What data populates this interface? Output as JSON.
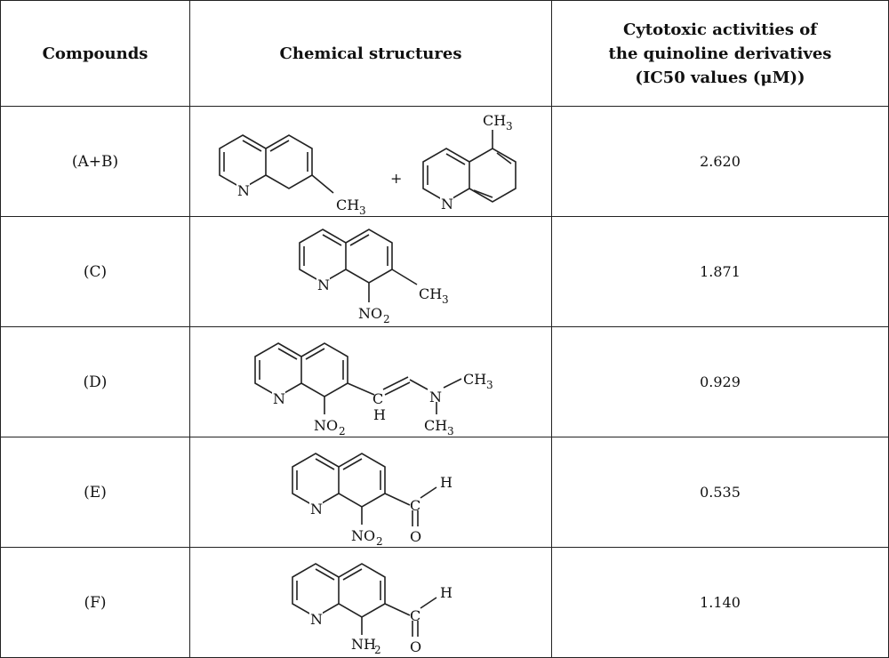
{
  "headers": {
    "compounds": "Compounds",
    "structures": "Chemical structures",
    "activity_lines": [
      "Cytotoxic activities of",
      "the quinoline derivatives",
      "(IC50 values (μM))"
    ]
  },
  "rows": [
    {
      "compound": "(A+B)",
      "value": "2.620"
    },
    {
      "compound": "(C)",
      "value": "1.871"
    },
    {
      "compound": "(D)",
      "value": "0.929"
    },
    {
      "compound": "(E)",
      "value": "0.535"
    },
    {
      "compound": "(F)",
      "value": "1.140"
    }
  ],
  "labels": {
    "N": "N",
    "CH": "CH",
    "sub3": "3",
    "plus": "+",
    "NO": "NO",
    "sub2": "2",
    "C": "C",
    "H": "H",
    "O": "O",
    "NH": "NH"
  },
  "icons": [
    "quinoline-7-methyl-icon",
    "quinoline-5-methyl-icon",
    "quinoline-8-nitro-7-methyl-icon",
    "quinoline-8-nitro-7-vinylamine-icon",
    "quinoline-8-nitro-7-carbaldehyde-icon",
    "quinoline-8-amino-7-carbaldehyde-icon"
  ]
}
